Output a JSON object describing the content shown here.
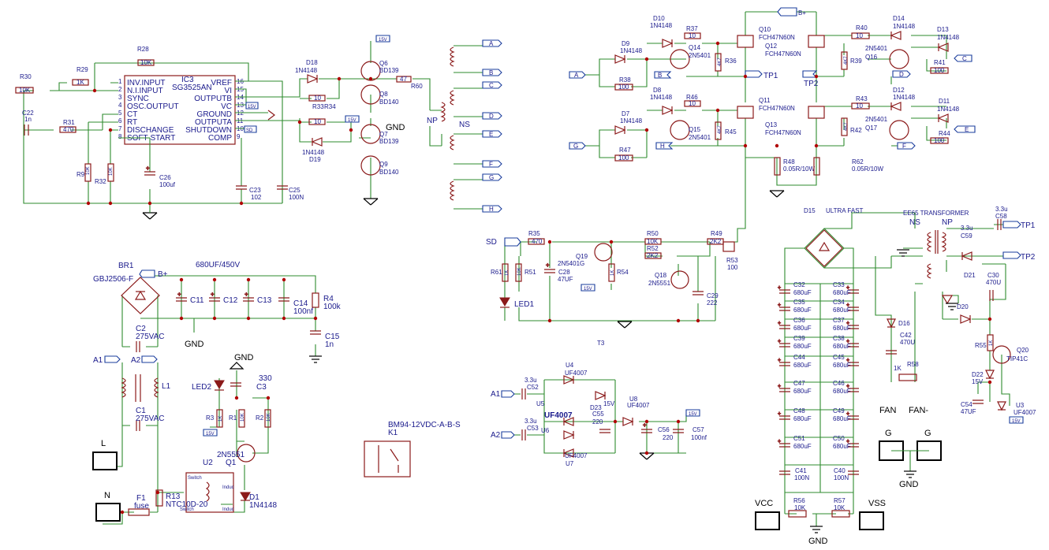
{
  "ic3": {
    "ref": "IC3",
    "part": "SG3525AN",
    "left_pins": [
      "INV.INPUT",
      "N.I.INPUT",
      "SYNC",
      "OSC.OUTPUT",
      "CT",
      "RT",
      "DISCHANGE",
      "SOFT-START"
    ],
    "left_nums": [
      "1",
      "2",
      "3",
      "4",
      "5",
      "6",
      "7",
      "8"
    ],
    "right_pins": [
      "VREF",
      "VI",
      "OUTPUTB",
      "VC",
      "GROUND",
      "OUTPUTA",
      "SHUTDOWN",
      "COMP"
    ],
    "right_nums": [
      "16",
      "15",
      "14",
      "13",
      "12",
      "11",
      "10",
      "9"
    ]
  },
  "resistors": {
    "R28": {
      "ref": "R28",
      "val": "10K"
    },
    "R29": {
      "ref": "R29",
      "val": "1K"
    },
    "R30": {
      "ref": "R30",
      "val": "10K"
    },
    "R31": {
      "ref": "R31",
      "val": "470"
    },
    "R9": {
      "ref": "R9",
      "val": "10K"
    },
    "R32": {
      "ref": "R32",
      "val": "10K"
    },
    "R33": {
      "ref": "R33",
      "val": "10"
    },
    "R34": {
      "ref": "R34",
      "val": "10"
    },
    "R60": {
      "ref": "R60",
      "val": "47"
    },
    "R37": {
      "ref": "R37",
      "val": "10"
    },
    "R38": {
      "ref": "R38",
      "val": "100"
    },
    "R36": {
      "ref": "R36",
      "val": "4K7"
    },
    "R46": {
      "ref": "R46",
      "val": "10"
    },
    "R47": {
      "ref": "R47",
      "val": "100"
    },
    "R45": {
      "ref": "R45",
      "val": "4K7"
    },
    "R40": {
      "ref": "R40",
      "val": "10"
    },
    "R39": {
      "ref": "R39",
      "val": "4K7"
    },
    "R41": {
      "ref": "R41",
      "val": "100"
    },
    "R43": {
      "ref": "R43",
      "val": "10"
    },
    "R42": {
      "ref": "R42",
      "val": "4K7"
    },
    "R44": {
      "ref": "R44",
      "val": "100"
    },
    "R48": {
      "ref": "R48",
      "val": "0.05R/10W"
    },
    "R62": {
      "ref": "R62",
      "val": "0.05R/10W"
    },
    "R35": {
      "ref": "R35",
      "val": "470"
    },
    "R61": {
      "ref": "R61",
      "val": "1K"
    },
    "R51": {
      "ref": "R51",
      "val": "10K"
    },
    "R50": {
      "ref": "R50",
      "val": "10K"
    },
    "R52": {
      "ref": "R52",
      "val": "2K2"
    },
    "R49": {
      "ref": "R49",
      "val": "2K2"
    },
    "R53": {
      "ref": "R53",
      "val": "100"
    },
    "R54": {
      "ref": "R54",
      "val": "1K"
    },
    "R4": {
      "ref": "R4",
      "val": "100k"
    },
    "R3": {
      "ref": "R3",
      "val": "1K"
    },
    "R1": {
      "ref": "R1",
      "val": "10K"
    },
    "R2": {
      "ref": "R2",
      "val": "10K"
    },
    "R13": {
      "ref": "R13",
      "val": "NTC10D-20"
    },
    "R55": {
      "ref": "R55",
      "val": "1K"
    },
    "R58": {
      "ref": "R58",
      "val": "1K"
    },
    "R56": {
      "ref": "R56",
      "val": "10K"
    },
    "R57": {
      "ref": "R57",
      "val": "10K"
    }
  },
  "caps": {
    "C22": {
      "ref": "C22",
      "val": "1n"
    },
    "C26": {
      "ref": "C26",
      "val": "100uf"
    },
    "C23": {
      "ref": "C23",
      "val": "102"
    },
    "C25": {
      "ref": "C25",
      "val": "100N"
    },
    "C28": {
      "ref": "C28",
      "val": "47UF"
    },
    "C29": {
      "ref": "C29",
      "val": "222"
    },
    "C11": {
      "ref": "C11",
      "val": ""
    },
    "C12": {
      "ref": "C12",
      "val": ""
    },
    "C13": {
      "ref": "C13",
      "val": ""
    },
    "C14": {
      "ref": "C14",
      "val": "100nf"
    },
    "C15": {
      "ref": "C15",
      "val": "1n"
    },
    "C2": {
      "ref": "C2",
      "val": "275VAC"
    },
    "C1": {
      "ref": "C1",
      "val": "275VAC"
    },
    "C3": {
      "ref": "C3",
      "val": "330"
    },
    "C52": {
      "ref": "C52",
      "val": "3.3u"
    },
    "C53": {
      "ref": "C53",
      "val": "3.3u"
    },
    "C55": {
      "ref": "C55",
      "val": "220"
    },
    "C56": {
      "ref": "C56",
      "val": "220"
    },
    "C57": {
      "ref": "C57",
      "val": "100nf"
    },
    "C58": {
      "ref": "C58",
      "val": "3.3u"
    },
    "C59": {
      "ref": "C59",
      "val": "3.3u"
    },
    "C30": {
      "ref": "C30",
      "val": "470U"
    },
    "C42": {
      "ref": "C42",
      "val": "470U"
    },
    "C54": {
      "ref": "C54",
      "val": "47UF"
    },
    "C41": {
      "ref": "C41",
      "val": "100N"
    },
    "C40": {
      "ref": "C40",
      "val": "100N"
    }
  },
  "cap_bank_left": [
    "C32",
    "C35",
    "C36",
    "C39",
    "C44",
    "C47",
    "C48",
    "C51"
  ],
  "cap_bank_right": [
    "C33",
    "C34",
    "C37",
    "C38",
    "C45",
    "C46",
    "C49",
    "C50"
  ],
  "cap_bank_val": "680uF",
  "diodes": {
    "D18": {
      "ref": "D18",
      "val": "1N4148"
    },
    "D19": {
      "ref": "D19",
      "val": "1N4148"
    },
    "D10": {
      "ref": "D10",
      "val": "1N4148"
    },
    "D9": {
      "ref": "D9",
      "val": "1N4148"
    },
    "D8": {
      "ref": "D8",
      "val": "1N4148"
    },
    "D7": {
      "ref": "D7",
      "val": "1N4148"
    },
    "D14": {
      "ref": "D14",
      "val": "1N4148"
    },
    "D13": {
      "ref": "D13",
      "val": "1N4148"
    },
    "D12": {
      "ref": "D12",
      "val": "1N4148"
    },
    "D11": {
      "ref": "D11",
      "val": "1N4148"
    },
    "D1": {
      "ref": "D1",
      "val": "1N4148"
    },
    "D16": {
      "ref": "D16",
      "val": ""
    },
    "D20": {
      "ref": "D20",
      "val": ""
    },
    "D21": {
      "ref": "D21",
      "val": ""
    },
    "D22": {
      "ref": "D22",
      "val": "15V"
    },
    "D23": {
      "ref": "D23",
      "val": "15V"
    },
    "D15": {
      "ref": "D15",
      "val": "ULTRA FAST"
    },
    "U4": {
      "ref": "U4",
      "val": "UF4007"
    },
    "U5": {
      "ref": "U5",
      "val": "UF4007"
    },
    "U6": {
      "ref": "U6",
      "val": ""
    },
    "U7": {
      "ref": "U7",
      "val": "UF4007"
    },
    "U8": {
      "ref": "U8",
      "val": "UF4007"
    },
    "U3": {
      "ref": "U3",
      "val": "UF4007"
    }
  },
  "transistors": {
    "Q6": {
      "ref": "Q6",
      "val": "BD139"
    },
    "Q8": {
      "ref": "Q8",
      "val": "BD140"
    },
    "Q7": {
      "ref": "Q7",
      "val": "BD139"
    },
    "Q9": {
      "ref": "Q9",
      "val": "BD140"
    },
    "Q14": {
      "ref": "Q14",
      "val": "2N5401"
    },
    "Q15": {
      "ref": "Q15",
      "val": "2N5401"
    },
    "Q16": {
      "ref": "Q16",
      "val": "2N5401"
    },
    "Q17": {
      "ref": "Q17",
      "val": "2N5401"
    },
    "Q10": {
      "ref": "Q10",
      "val": "FCH47N60N"
    },
    "Q11": {
      "ref": "Q11",
      "val": "FCH47N60N"
    },
    "Q12": {
      "ref": "Q12",
      "val": "FCH47N60N"
    },
    "Q13": {
      "ref": "Q13",
      "val": "FCH47N60N"
    },
    "Q19": {
      "ref": "Q19",
      "val": "2N5401G"
    },
    "Q18": {
      "ref": "Q18",
      "val": "2N5551"
    },
    "Q1": {
      "ref": "Q1",
      "val": "2N5551"
    },
    "Q20": {
      "ref": "Q20",
      "val": "TIP41C"
    }
  },
  "misc": {
    "br1": "BR1",
    "br1_val": "GBJ2506-F",
    "bulk_cap": "680UF/450V",
    "l1": "L1",
    "f1": "F1",
    "f1_val": "fuse",
    "u2": "U2",
    "k1": "K1",
    "relay_part": "BM94-12VDC-A-B-S",
    "t3": "T3",
    "np": "NP",
    "ns": "NS",
    "ee65": "EE65 TRANSFORMER",
    "led1": "LED1",
    "led2": "LED2",
    "fan": "FAN",
    "fan_minus": "FAN-",
    "vcc": "VCC",
    "vss": "VSS",
    "gnd": "GND",
    "tp1": "TP1",
    "tp2": "TP2",
    "uf4007_bold": "UF4007",
    "switch": "Switch",
    "induc": "Induc",
    "bplus": "B+",
    "v15": "15V"
  },
  "flags": {
    "A": "A",
    "B": "B",
    "C": "C",
    "D": "D",
    "E": "E",
    "F": "F",
    "G": "G",
    "H": "H",
    "SD": "SD",
    "A1": "A1",
    "A2": "A2"
  },
  "connectors": {
    "L": "L",
    "N": "N",
    "G": "G"
  }
}
